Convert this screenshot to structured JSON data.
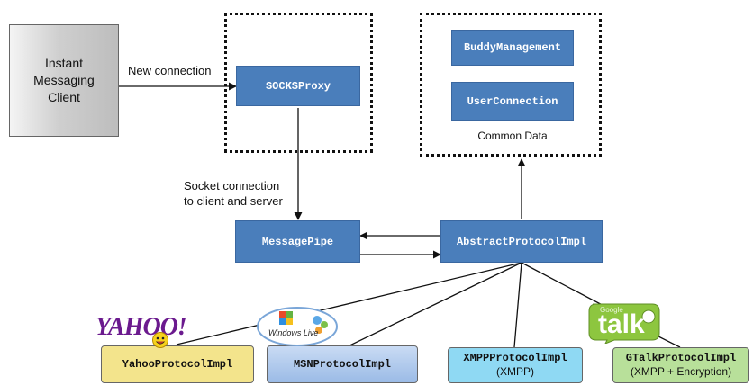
{
  "client": {
    "label": "Instant Messaging Client"
  },
  "edges": {
    "new_connection": "New connection",
    "socket_connection_line1": "Socket connection",
    "socket_connection_line2": "to client and server"
  },
  "proxy": {
    "label": "SOCKSProxy"
  },
  "common": {
    "buddy": "BuddyManagement",
    "user": "UserConnection",
    "caption": "Common Data"
  },
  "pipe": {
    "label": "MessagePipe"
  },
  "abstract": {
    "label": "AbstractProtocolImpl"
  },
  "protocols": {
    "yahoo": {
      "label": "YahooProtocolImpl",
      "color": "#f3e48c"
    },
    "msn": {
      "label": "MSNProtocolImpl",
      "color": "#a9c4ea"
    },
    "xmpp": {
      "label": "XMPPProtocolImpl",
      "sub": "(XMPP)",
      "color": "#8fd9f3"
    },
    "gtalk": {
      "label": "GTalkProtocolImpl",
      "sub": "(XMPP + Encryption)",
      "color": "#b8e09a"
    }
  },
  "logos": {
    "yahoo": {
      "text": "YAHOO!",
      "icon": "yahoo-logo"
    },
    "windows_live": {
      "text": "Windows Live",
      "icon": "windows-live-logo"
    },
    "gtalk": {
      "small": "Google",
      "text": "talk",
      "icon": "google-talk-logo"
    }
  },
  "colors": {
    "blue_box": "#4a7ebb"
  }
}
